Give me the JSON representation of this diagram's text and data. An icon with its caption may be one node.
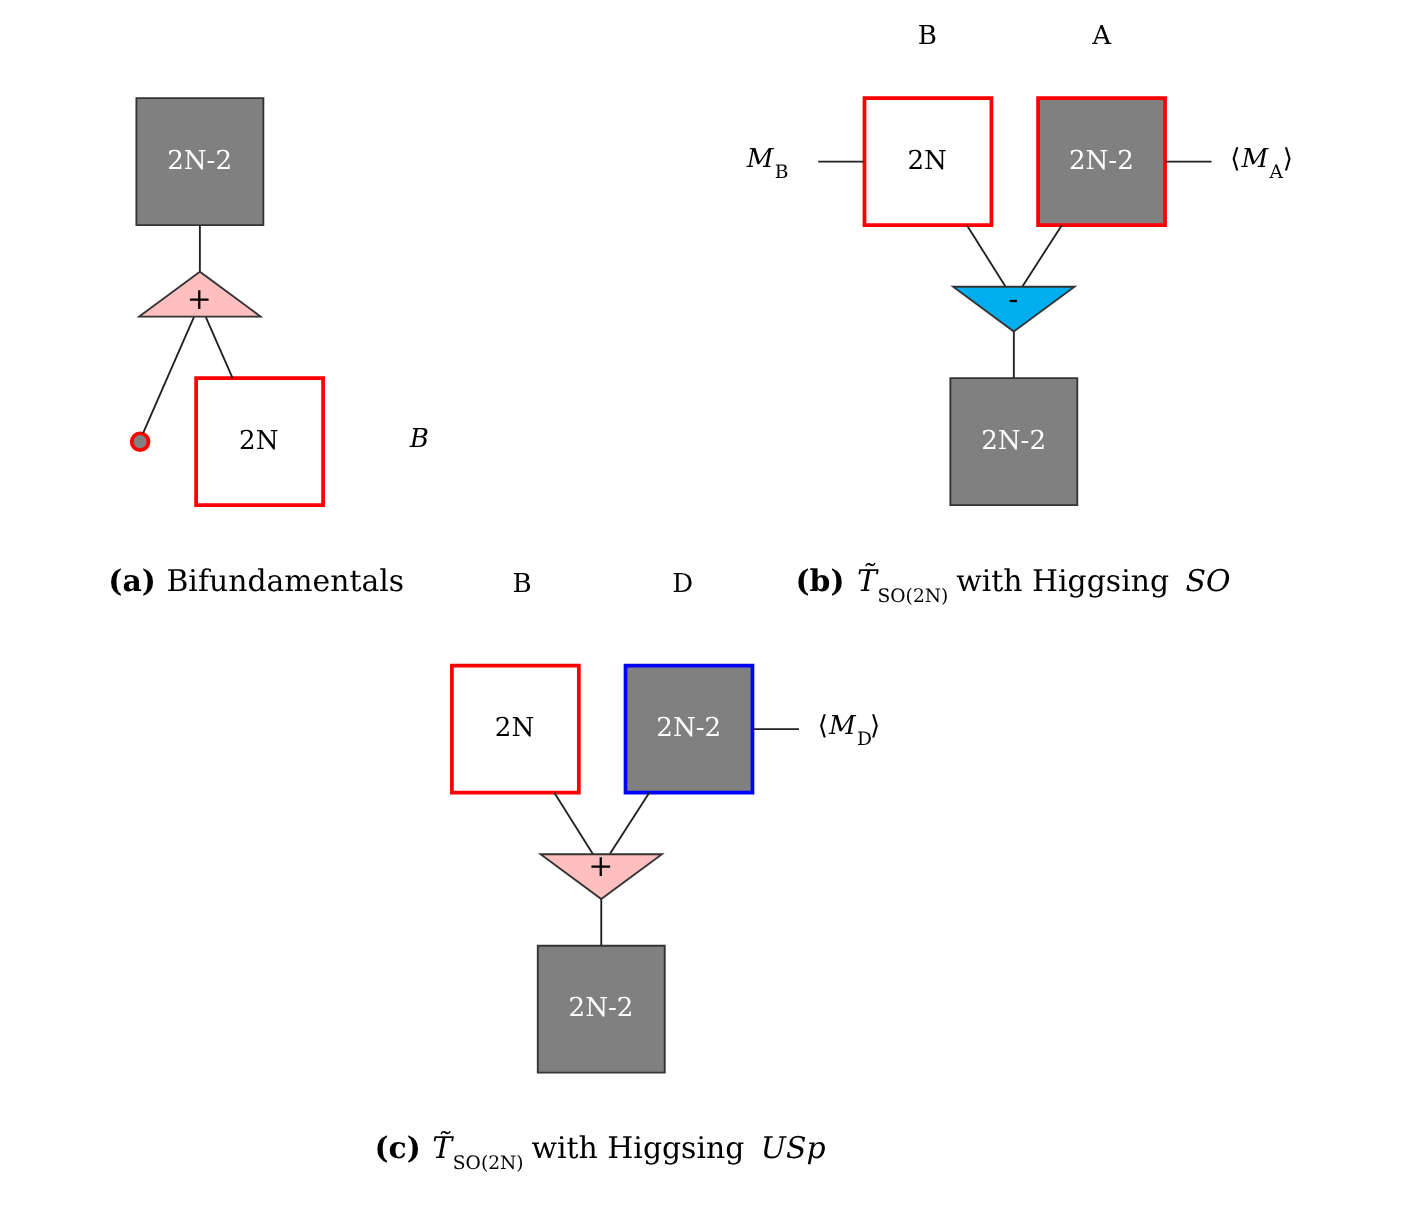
{
  "diagram": {
    "nodes": [
      {
        "text": [
          "2N-2"
        ]
      },
      {
        "text": [
          "+"
        ]
      },
      {
        "text": [],
        "shape": "circle"
      },
      {
        "text": [
          "2N"
        ],
        "beside": [
          "*B*"
        ]
      },
      {
        "text": [
          "*M*$_{B}$"
        ]
      },
      {
        "text": [
          "2N"
        ],
        "beside": [
          "B"
        ]
      },
      {
        "text": [
          "2N-2"
        ],
        "beside": [
          "A"
        ]
      },
      {
        "text": [
          "⟨*M*$_{A}$⟩"
        ]
      },
      {
        "text": [
          "-"
        ]
      },
      {
        "text": [
          "2N-2"
        ]
      },
      {
        "text": [
          "2N"
        ],
        "beside": [
          "B"
        ]
      },
      {
        "text": [
          "2N-2"
        ],
        "beside": [
          "D"
        ]
      },
      {
        "text": [
          "⟨*M*$_{D}$⟩"
        ]
      },
      {
        "text": [
          "+"
        ]
      },
      {
        "text": [
          "2N-2"
        ]
      }
    ],
    "edges": [
      {
        "from": 0,
        "to": 1,
        "arrow": "none"
      },
      {
        "from": 1,
        "to": 2,
        "arrow": "none"
      },
      {
        "from": 1,
        "to": 3,
        "arrow": "none"
      },
      {
        "from": 4,
        "to": 5,
        "arrow": "none"
      },
      {
        "from": 6,
        "to": 7,
        "arrow": "none"
      },
      {
        "from": 5,
        "to": 8,
        "arrow": "none"
      },
      {
        "from": 6,
        "to": 8,
        "arrow": "none"
      },
      {
        "from": 8,
        "to": 9,
        "arrow": "none"
      },
      {
        "from": 10,
        "to": 13,
        "arrow": "none"
      },
      {
        "from": 11,
        "to": 13,
        "arrow": "none"
      },
      {
        "from": 11,
        "to": 12,
        "arrow": "none"
      },
      {
        "from": 13,
        "to": 14,
        "arrow": "none"
      }
    ],
    "labels": [
      "**(a)** Bifundamentals",
      "**(b)** *T̃*$_{SO(2N)}$ with Higgsing *SO*",
      "**(c)** *T̃*$_{SO(2N)}$ with Higgsing *USp*"
    ]
  }
}
